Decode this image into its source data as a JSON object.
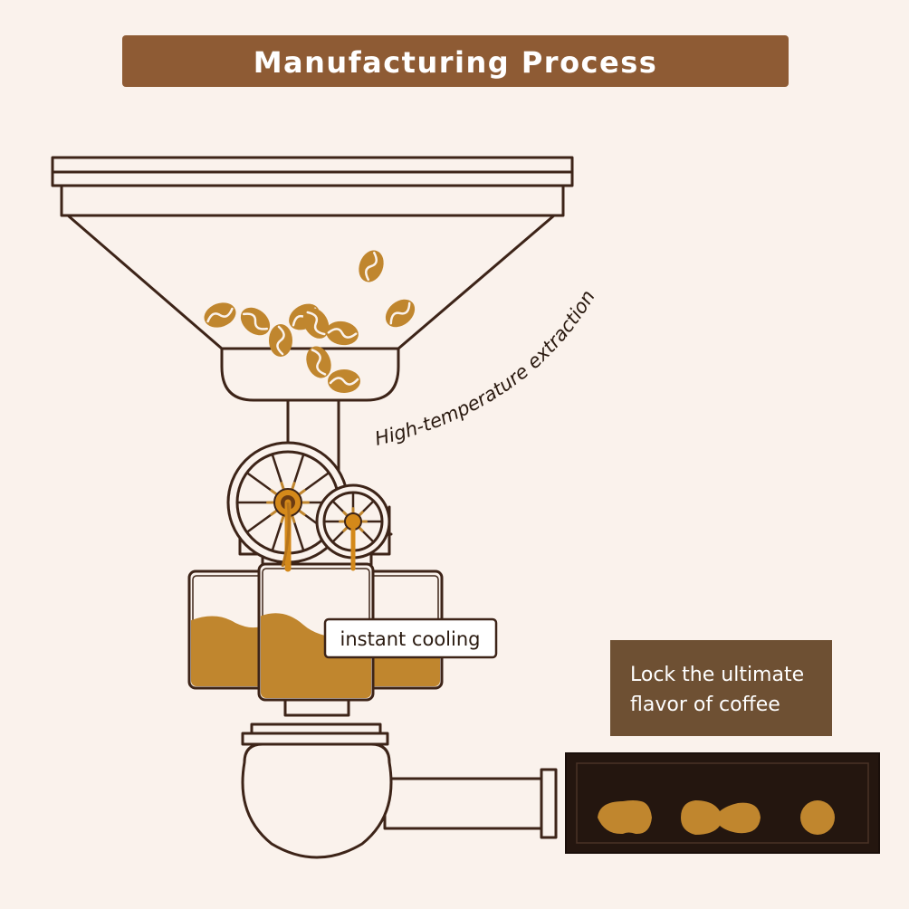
{
  "title": "Manufacturing Process",
  "labels": {
    "extraction": "High-temperature extraction",
    "cooling": "instant cooling",
    "lock_line1": "Lock the ultimate",
    "lock_line2": "flavor of coffee"
  },
  "colors": {
    "title_bar": "#8e5b34",
    "background": "#faf2ec",
    "outline": "#3d2418",
    "coffee": "#c0862e",
    "stream": "#d4891a",
    "lock_box": "#6e5033",
    "capsule_tray": "#24160f"
  },
  "icons": [
    "coffee-bean-icon",
    "gear-wheel-icon",
    "capsule-icon"
  ]
}
